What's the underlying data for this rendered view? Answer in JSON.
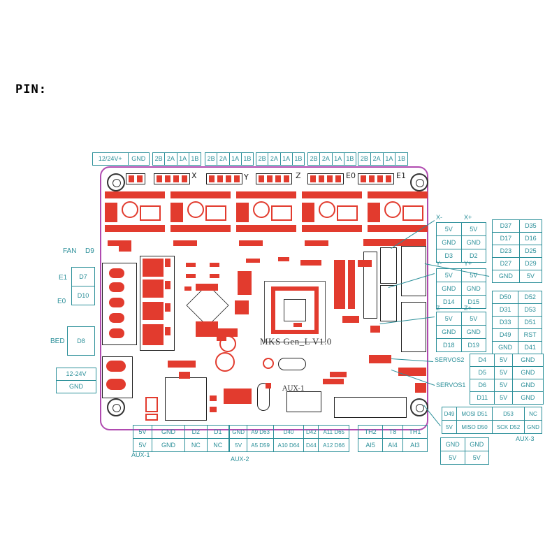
{
  "title": "PIN:",
  "board": {
    "label": "MKS Gen_L V1.0",
    "axis_labels": [
      "X",
      "Y",
      "Z",
      "E0",
      "E1"
    ],
    "aux1_label": "AUX-1"
  },
  "top": {
    "power": [
      "12/24V+",
      "GND"
    ],
    "motor_pins": [
      "2B",
      "2A",
      "1A",
      "1B"
    ]
  },
  "left": {
    "fan": [
      "FAN",
      "D9"
    ],
    "e1": [
      "E1",
      "D7"
    ],
    "e0": [
      "E0",
      "D10"
    ],
    "bed": [
      "BED",
      "D8"
    ],
    "psu": [
      "12-24V",
      "GND"
    ]
  },
  "endstops": {
    "x": {
      "minus": "X-",
      "plus": "X+",
      "rows": [
        [
          "5V",
          "5V"
        ],
        [
          "GND",
          "GND"
        ],
        [
          "D3",
          "D2"
        ]
      ]
    },
    "y": {
      "minus": "Y-",
      "plus": "Y+",
      "rows": [
        [
          "5V",
          "5V"
        ],
        [
          "GND",
          "GND"
        ],
        [
          "D14",
          "D15"
        ]
      ]
    },
    "z": {
      "minus": "Z-",
      "plus": "Z+",
      "rows": [
        [
          "5V",
          "5V"
        ],
        [
          "GND",
          "GND"
        ],
        [
          "D18",
          "D19"
        ]
      ]
    }
  },
  "right_table1": [
    [
      "D37",
      "D35"
    ],
    [
      "D17",
      "D16"
    ],
    [
      "D23",
      "D25"
    ],
    [
      "D27",
      "D29"
    ],
    [
      "GND",
      "5V"
    ]
  ],
  "right_table2": [
    [
      "D50",
      "D52"
    ],
    [
      "D31",
      "D53"
    ],
    [
      "D33",
      "D51"
    ],
    [
      "D49",
      "RST"
    ],
    [
      "GND",
      "D41"
    ]
  ],
  "servos": {
    "label2": "SERVOS2",
    "label1": "SERVOS1",
    "rows": [
      [
        "D4",
        "5V",
        "GND"
      ],
      [
        "D5",
        "5V",
        "GND"
      ],
      [
        "D6",
        "5V",
        "GND"
      ],
      [
        "D11",
        "5V",
        "GND"
      ]
    ]
  },
  "aux3": {
    "label": "AUX-3",
    "rows": [
      [
        "D49",
        "MOSI D51",
        "D53",
        "NC"
      ],
      [
        "5V",
        "MISO D50",
        "SCK D52",
        "GND"
      ]
    ]
  },
  "aux3_power": [
    [
      "GND",
      "GND"
    ],
    [
      "5V",
      "5V"
    ]
  ],
  "aux1": {
    "label": "AUX-1",
    "rows": [
      [
        "5V",
        "GND",
        "D2",
        "D1"
      ],
      [
        "5V",
        "GND",
        "NC",
        "NC"
      ]
    ]
  },
  "aux2": {
    "label": "AUX-2",
    "rows": [
      [
        "GND",
        "A9 D63",
        "D40",
        "D42",
        "A11 D65"
      ],
      [
        "5V",
        "A5 D59",
        "A10 D64",
        "D44",
        "A12 D66"
      ]
    ]
  },
  "thermistors": [
    [
      "TH2",
      "T8",
      "TH1"
    ],
    [
      "AI5",
      "AI4",
      "AI3"
    ]
  ]
}
